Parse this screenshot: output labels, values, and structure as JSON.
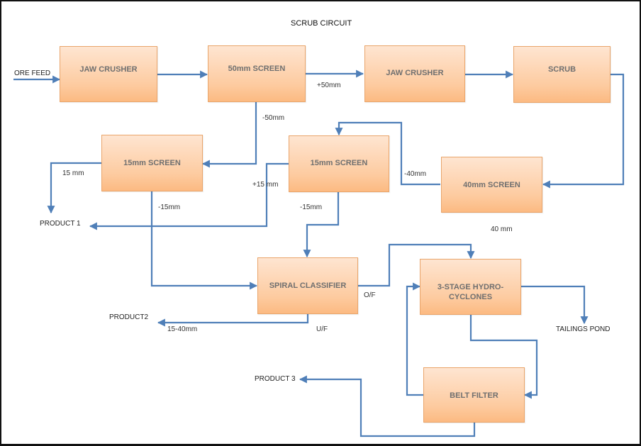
{
  "title": "SCRUB CIRCUIT",
  "colors": {
    "line": "#4f7fb8",
    "node_border": "#e9a56b",
    "node_fill_top": "#fee5d1",
    "node_fill_bottom": "#fcba82",
    "node_text": "#6f6f6f"
  },
  "nodes": {
    "jaw_crusher_1": "JAW CRUSHER",
    "screen_50mm": "50mm SCREEN",
    "jaw_crusher_2": "JAW CRUSHER",
    "scrub": "SCRUB",
    "screen_15mm_a": "15mm SCREEN",
    "screen_15mm_b": "15mm SCREEN",
    "screen_40mm": "40mm SCREEN",
    "spiral_classifier": "SPIRAL CLASSIFIER",
    "hydrocyclones_line1": "3-STAGE HYDRO-",
    "hydrocyclones_line2": "CYCLONES",
    "belt_filter": "BELT FILTER"
  },
  "terminals": {
    "ore_feed": "ORE FEED",
    "product_1": "PRODUCT 1",
    "product_2": "PRODUCT2",
    "product_3": "PRODUCT 3",
    "tailings_pond": "TAILINGS POND"
  },
  "flow_labels": {
    "plus_50mm": "+50mm",
    "minus_50mm": "-50mm",
    "fifteen_mm": "15  mm",
    "minus_15mm_a": "-15mm",
    "plus_15mm": "+15 mm",
    "minus_15mm_b": "-15mm",
    "minus_40mm": "-40mm",
    "forty_mm": "40  mm",
    "overflow": "O/F",
    "underflow": "U/F",
    "size_15_40mm": "15-40mm"
  }
}
